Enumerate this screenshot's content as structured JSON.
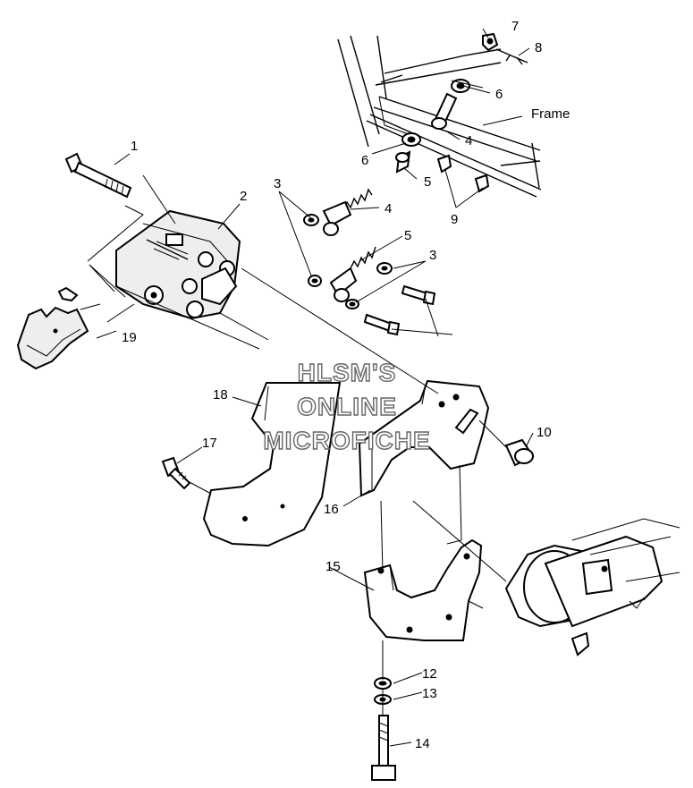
{
  "callouts": {
    "c1": "1",
    "c2": "2",
    "c3a": "3",
    "c3b": "3",
    "c4a": "4",
    "c4b": "4",
    "c5a": "5",
    "c5b": "5",
    "c6a": "6",
    "c6b": "6",
    "c7": "7",
    "c8": "8",
    "c9": "9",
    "c10": "10",
    "c12": "12",
    "c13": "13",
    "c14": "14",
    "c15": "15",
    "c16": "16",
    "c17": "17",
    "c18": "18",
    "c19": "19"
  },
  "frame_label": "Frame",
  "watermark": {
    "line1": "HLSM'S",
    "line2": "ONLINE",
    "line3": "MICROFICHE"
  }
}
